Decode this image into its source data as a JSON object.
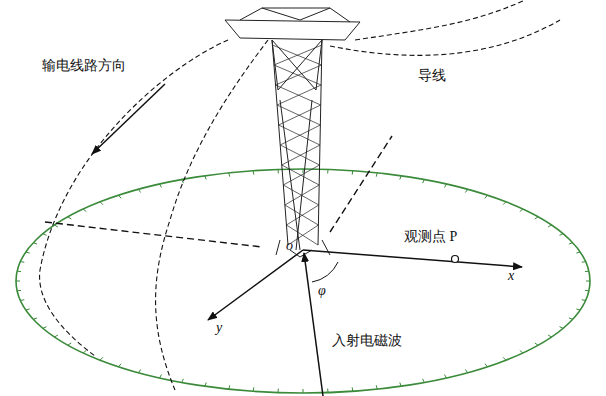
{
  "diagram": {
    "labels": [
      "输电线路方向",
      "导线",
      "o",
      "观测点 P",
      "x",
      "φ",
      "y",
      "入射电磁波"
    ]
  }
}
